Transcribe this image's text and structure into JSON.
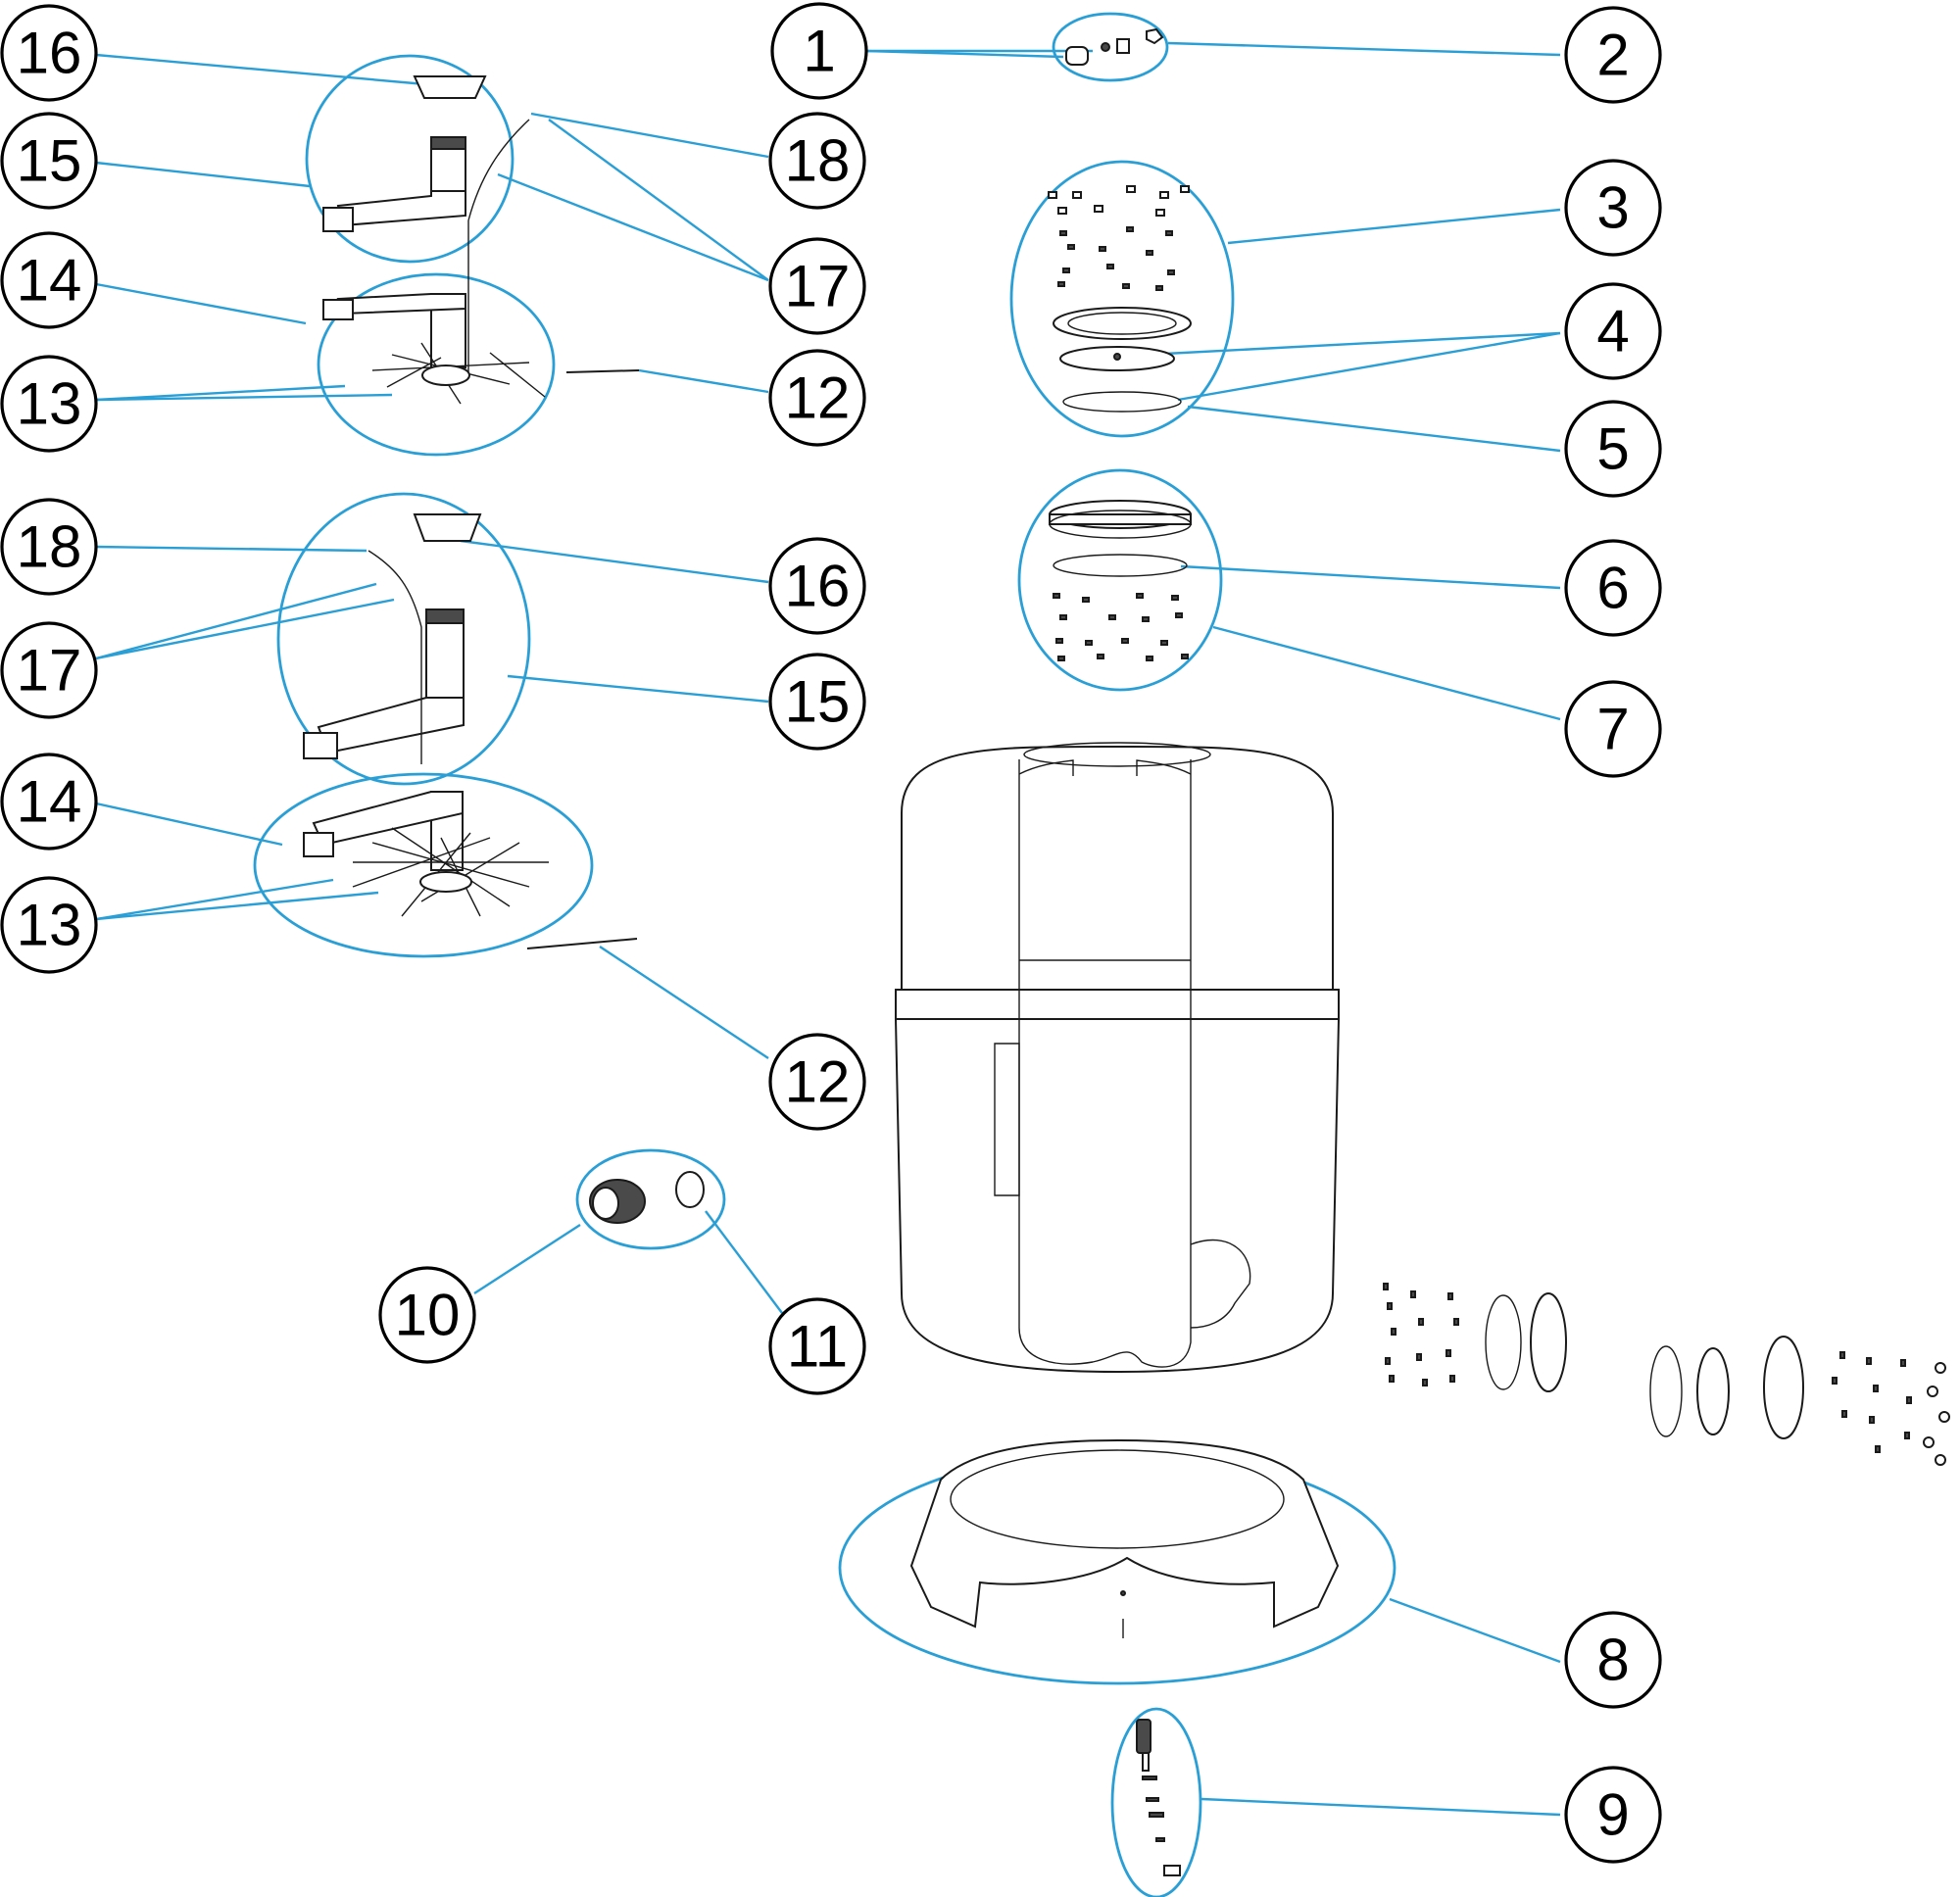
{
  "diagram": {
    "callouts": [
      {
        "id": "c1",
        "label": "1"
      },
      {
        "id": "c2",
        "label": "2"
      },
      {
        "id": "c3",
        "label": "3"
      },
      {
        "id": "c4",
        "label": "4"
      },
      {
        "id": "c5",
        "label": "5"
      },
      {
        "id": "c6",
        "label": "6"
      },
      {
        "id": "c7",
        "label": "7"
      },
      {
        "id": "c8",
        "label": "8"
      },
      {
        "id": "c9",
        "label": "9"
      },
      {
        "id": "c10",
        "label": "10"
      },
      {
        "id": "c11",
        "label": "11"
      },
      {
        "id": "c12a",
        "label": "12"
      },
      {
        "id": "c12b",
        "label": "12"
      },
      {
        "id": "c13a",
        "label": "13"
      },
      {
        "id": "c13b",
        "label": "13"
      },
      {
        "id": "c14a",
        "label": "14"
      },
      {
        "id": "c14b",
        "label": "14"
      },
      {
        "id": "c15a",
        "label": "15"
      },
      {
        "id": "c15b",
        "label": "15"
      },
      {
        "id": "c16a",
        "label": "16"
      },
      {
        "id": "c16b",
        "label": "16"
      },
      {
        "id": "c17a",
        "label": "17"
      },
      {
        "id": "c17b",
        "label": "17"
      },
      {
        "id": "c18a",
        "label": "18"
      },
      {
        "id": "c18b",
        "label": "18"
      }
    ],
    "colors": {
      "leader": "#2a9fd6",
      "outline": "#1a1a1a",
      "background": "#ffffff"
    }
  }
}
